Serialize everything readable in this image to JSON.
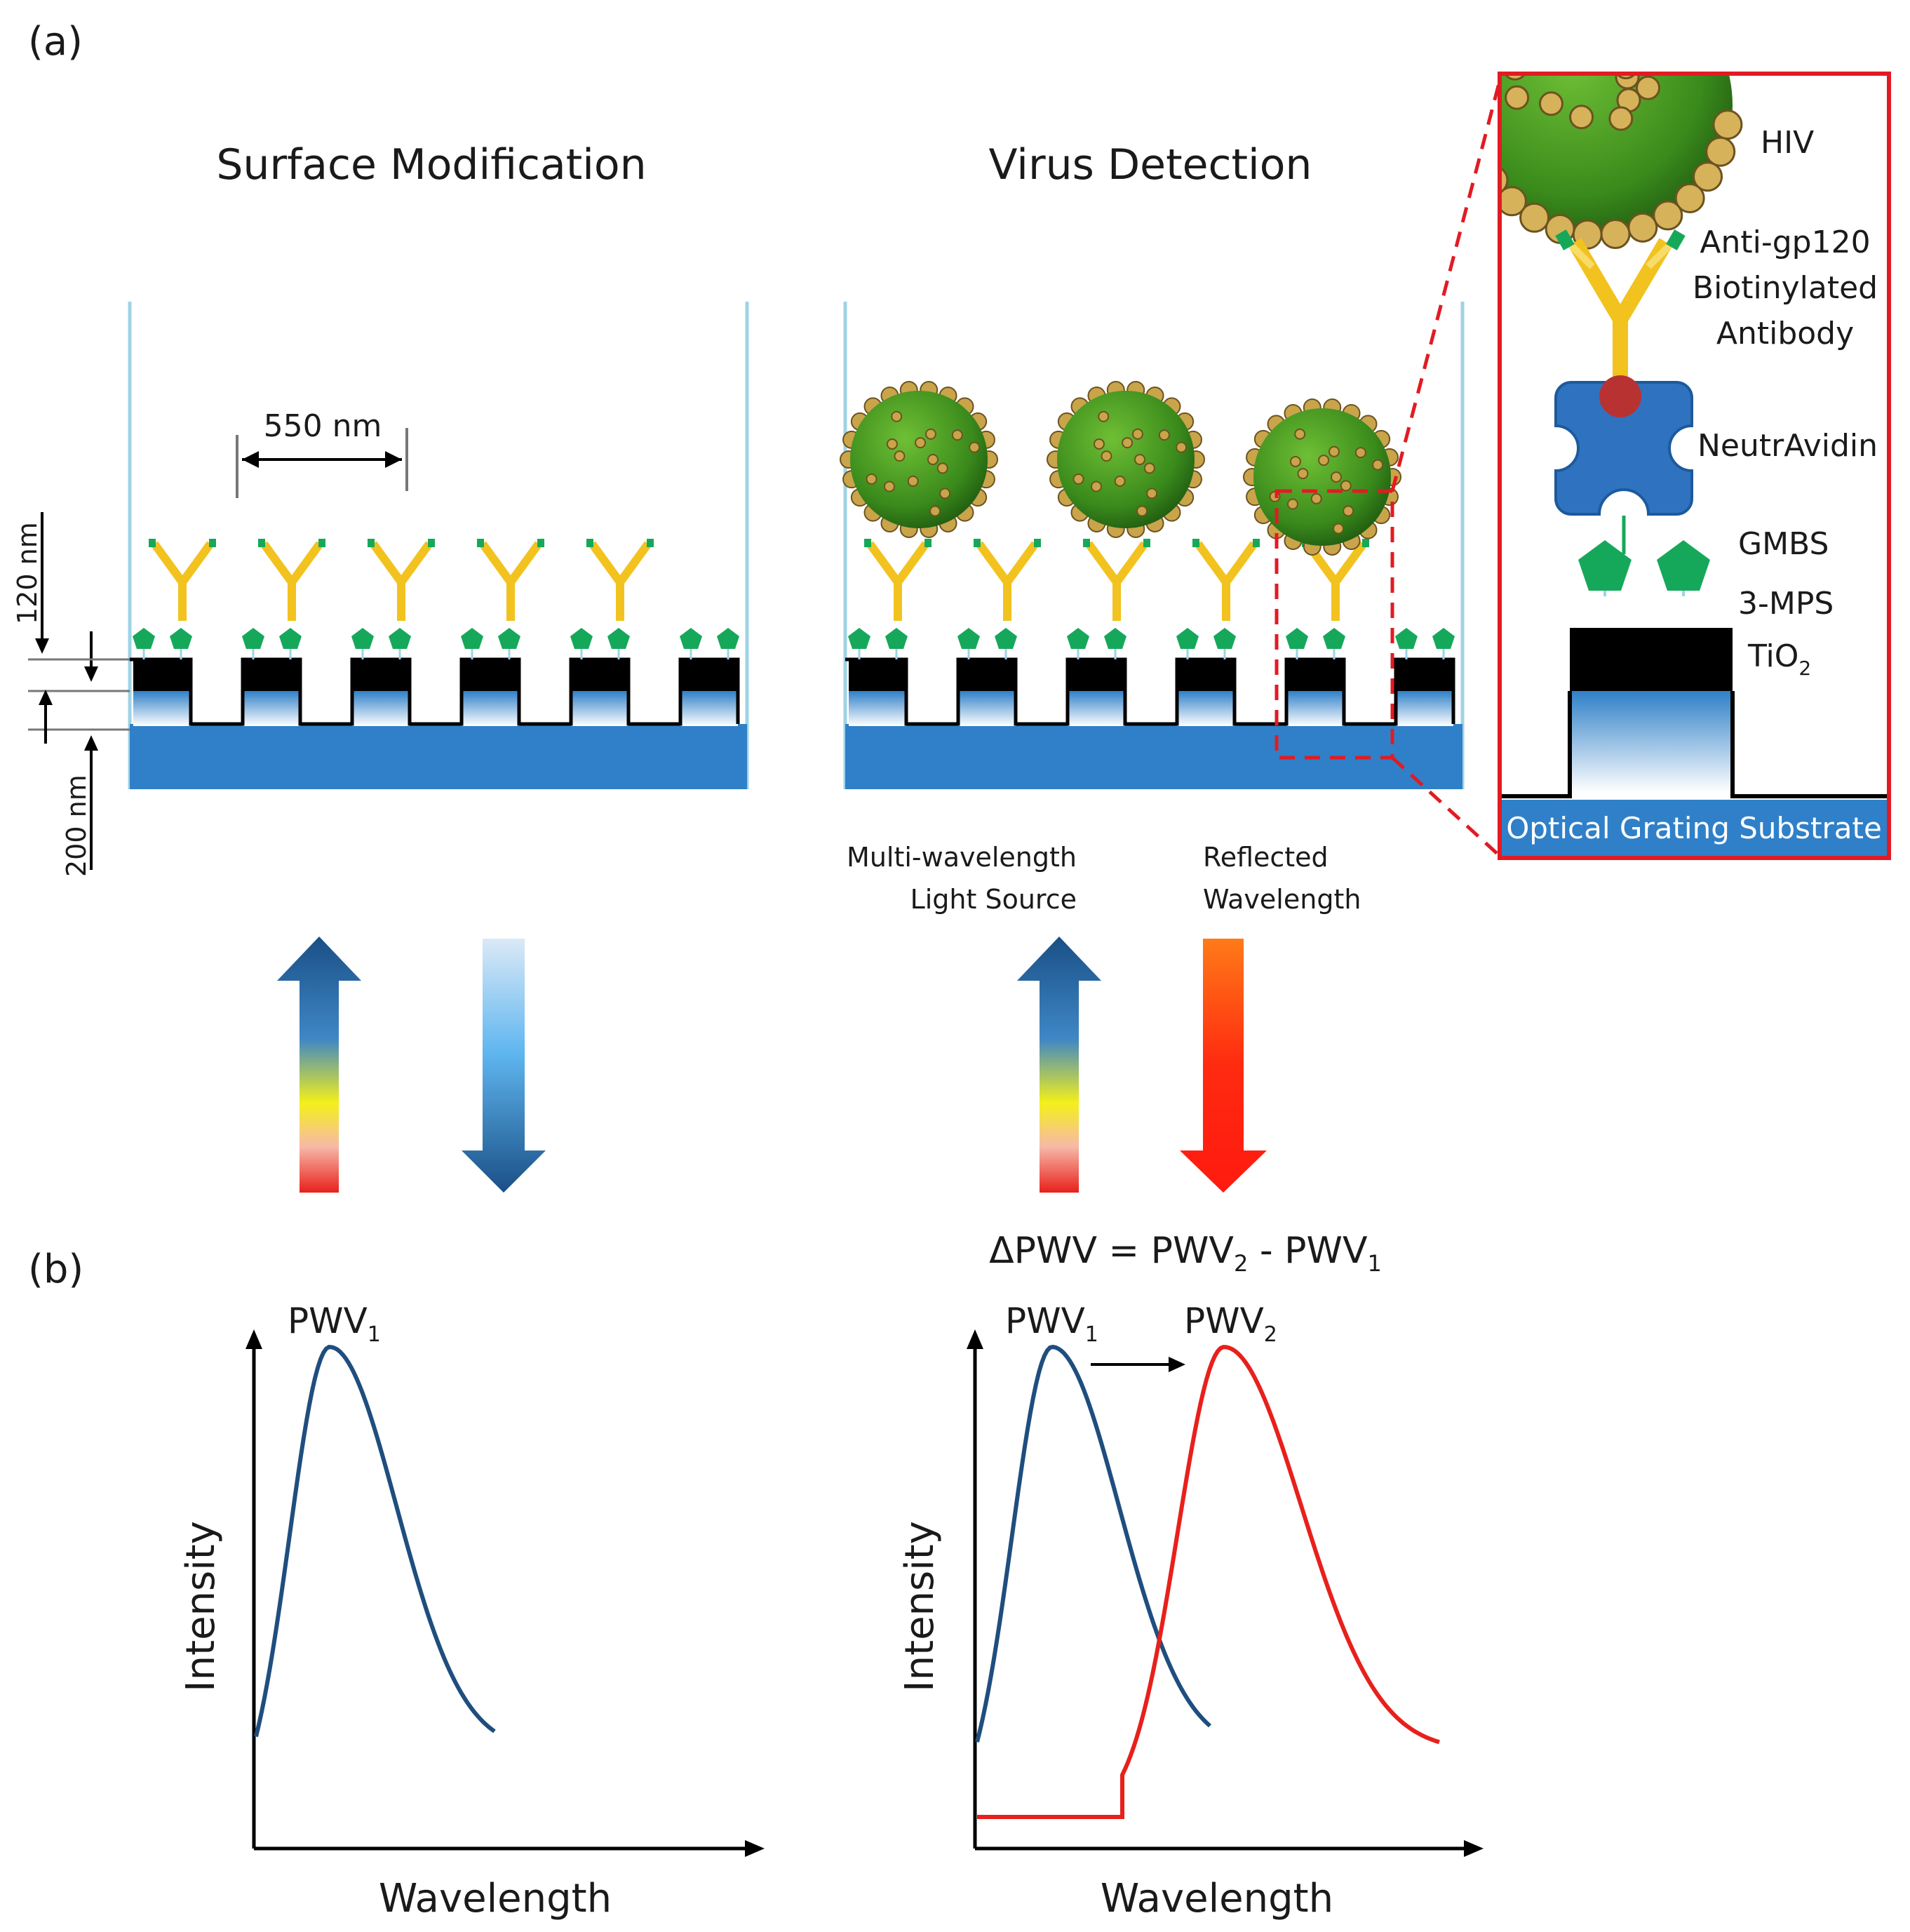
{
  "panel_labels": {
    "a": "(a)",
    "b": "(b)"
  },
  "left_panel": {
    "title": "Surface Modification",
    "period_label": "550 nm",
    "height_label_top": "120 nm",
    "height_label_bottom": "200 nm"
  },
  "right_panel": {
    "title": "Virus Detection",
    "source_label_line1": "Multi-wavelength",
    "source_label_line2": "Light Source",
    "reflected_label_line1": "Reflected",
    "reflected_label_line2": "Wavelength"
  },
  "inset": {
    "hiv": "HIV",
    "antibody_line1": "Anti-gp120",
    "antibody_line2": "Biotinylated",
    "antibody_line3": "Antibody",
    "neutravidin": "NeutrAvidin",
    "gmbs": "GMBS",
    "mps": "3-MPS",
    "tio2": "TiO",
    "tio2_sub": "2",
    "substrate": "Optical Grating Substrate"
  },
  "equation": {
    "delta": "ΔPWV = PWV",
    "sub2": "2",
    "minus": " - PWV",
    "sub1": "1"
  },
  "plots": {
    "left": {
      "xlabel": "Wavelength",
      "ylabel": "Intensity",
      "peak_label": "PWV",
      "peak_sub": "1"
    },
    "right": {
      "xlabel": "Wavelength",
      "ylabel": "Intensity",
      "peak1_label": "PWV",
      "peak1_sub": "1",
      "peak2_label": "PWV",
      "peak2_sub": "2"
    }
  },
  "colors": {
    "substrate_blue": "#2f80c8",
    "tio2_black": "#000000",
    "antibody_yellow": "#f2c21f",
    "linker_green": "#16a85a",
    "virus_green": "#3f8f1e",
    "curve_blue": "#1f4e7e",
    "curve_red": "#e8201c",
    "inset_border": "#e21b23"
  }
}
